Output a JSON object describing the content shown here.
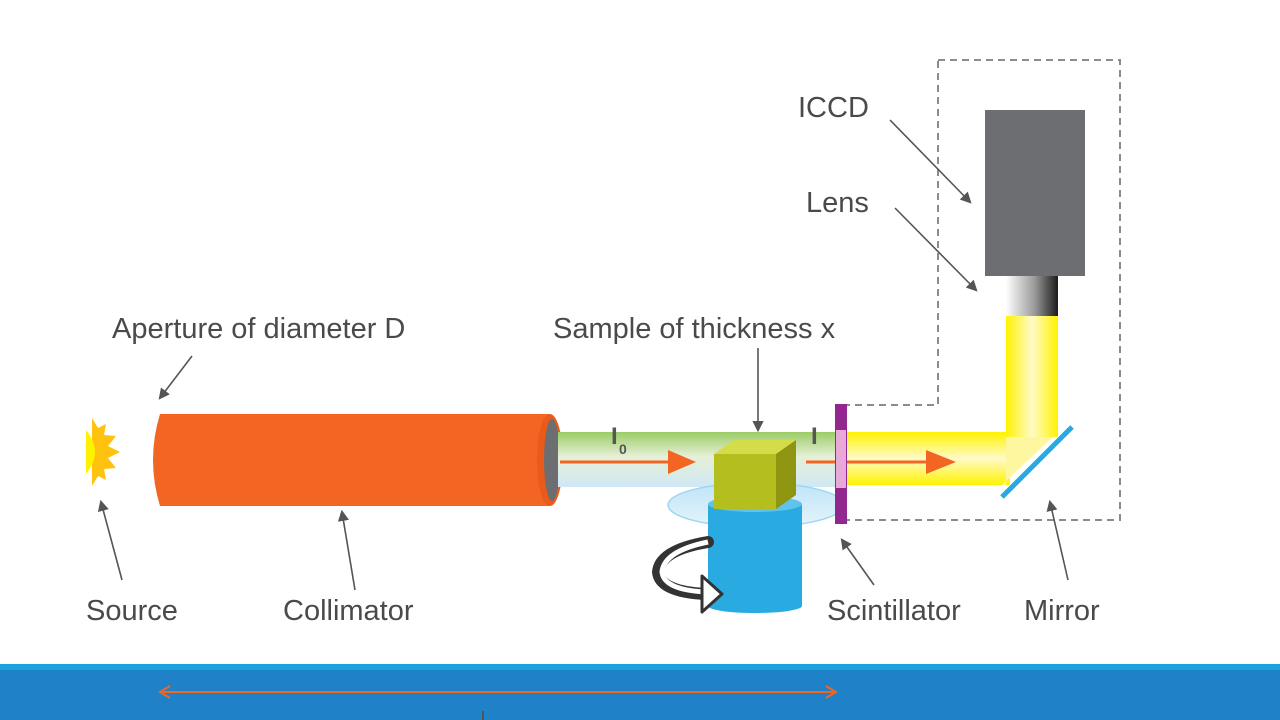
{
  "labels": {
    "icc": "ICCD",
    "lens": "Lens",
    "aperture": "Aperture of diameter D",
    "sample": "Sample of thickness x",
    "source": "Source",
    "collimator": "Collimator",
    "scintillator": "Scintillator",
    "mirror": "Mirror"
  },
  "symbols": {
    "incident": "I",
    "incident_sub": "0",
    "transmitted": "I"
  },
  "colors": {
    "collimator": "#f26522",
    "camera_body": "#6d6e71",
    "sample_cube": "#b5be1f",
    "rotation_stage": "#29abe2",
    "scintillator": "#92278f",
    "light_beam": "#fff200",
    "mirror": "#27a9e1",
    "beam_arrow": "#f26522",
    "footer_bar": "#1f82c8"
  },
  "icons": {
    "source": "sun-burst-icon",
    "rotation": "rotation-arrow-icon",
    "footer": "double-arrow-icon"
  }
}
